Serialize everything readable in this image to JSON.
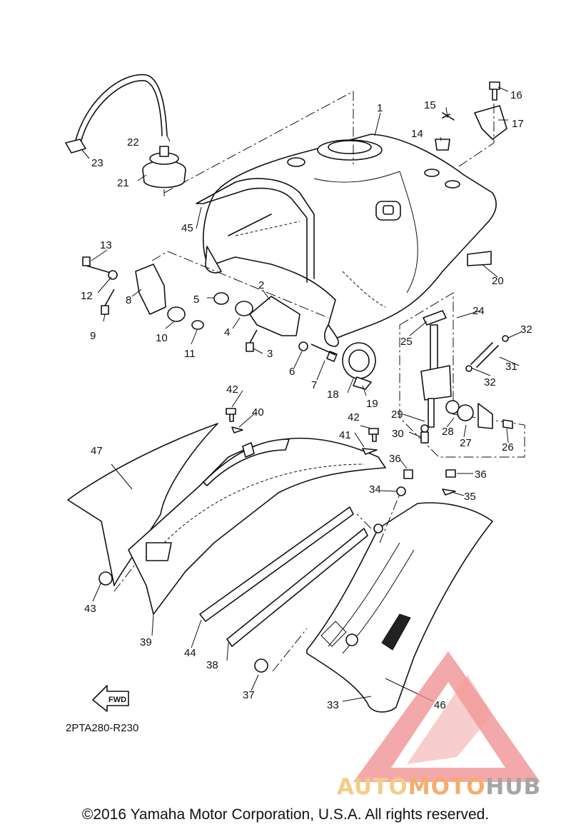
{
  "callouts": [
    "1",
    "2",
    "3",
    "4",
    "5",
    "6",
    "7",
    "8",
    "9",
    "10",
    "11",
    "12",
    "13",
    "14",
    "15",
    "16",
    "17",
    "18",
    "19",
    "20",
    "21",
    "22",
    "23",
    "24",
    "25",
    "26",
    "27",
    "28",
    "29",
    "30",
    "31",
    "32",
    "33",
    "34",
    "35",
    "36",
    "37",
    "38",
    "39",
    "40",
    "41",
    "42",
    "43",
    "44",
    "45",
    "46",
    "47"
  ],
  "diagram_code": "2PTA280-R230",
  "fwd_label": "FWD",
  "watermark": {
    "part1": "AUTO",
    "part2": "MOTO",
    "part3": "HUB",
    "color_light": "#f2c879",
    "color_mid": "#f4a45e",
    "color_grey": "#9c9c9c",
    "color_triangle": "#f08f8f"
  },
  "copyright": "©2016 Yamaha Motor Corporation, U.S.A. All rights reserved."
}
